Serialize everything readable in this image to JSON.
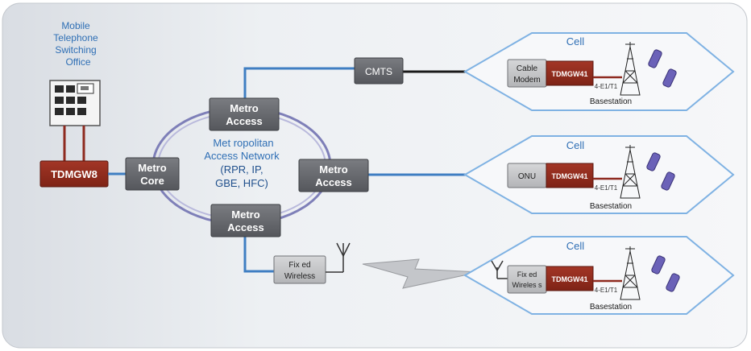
{
  "office": {
    "lines": [
      "Mobile",
      "Telephone",
      "Switching",
      "Office"
    ],
    "gateway": "TDMGW8"
  },
  "metro": {
    "core": [
      "Metro",
      "Core"
    ],
    "access_top": [
      "Metro",
      "Access"
    ],
    "access_right": [
      "Metro",
      "Access"
    ],
    "access_bottom": [
      "Metro",
      "Access"
    ],
    "network": [
      "Met ropolitan",
      "Access Network",
      "(RPR, IP,",
      "GBE, HFC)"
    ]
  },
  "cmts": "CMTS",
  "fixed_wireless": [
    "Fix ed",
    "Wireless"
  ],
  "cells": [
    {
      "title": "Cell",
      "device": [
        "Cable",
        "Modem"
      ],
      "gateway": "TDMGW41",
      "link": "4-E1/T1",
      "station": "Basestation"
    },
    {
      "title": "Cell",
      "device": [
        "ONU"
      ],
      "gateway": "TDMGW41",
      "link": "4-E1/T1",
      "station": "Basestation"
    },
    {
      "title": "Cell",
      "device": [
        "Fix ed",
        "Wireles s"
      ],
      "gateway": "TDMGW41",
      "link": "4-E1/T1",
      "station": "Basestation"
    }
  ],
  "colors": {
    "link_blue": "#3f7ec2",
    "metro_box": "#5f6166",
    "gateway_red": "#8e2a1f",
    "cell_outline": "#7fb2e3",
    "cell_text": "#2f6fb5",
    "ring": "#7e7fb8",
    "phone": "#6b62b8"
  }
}
